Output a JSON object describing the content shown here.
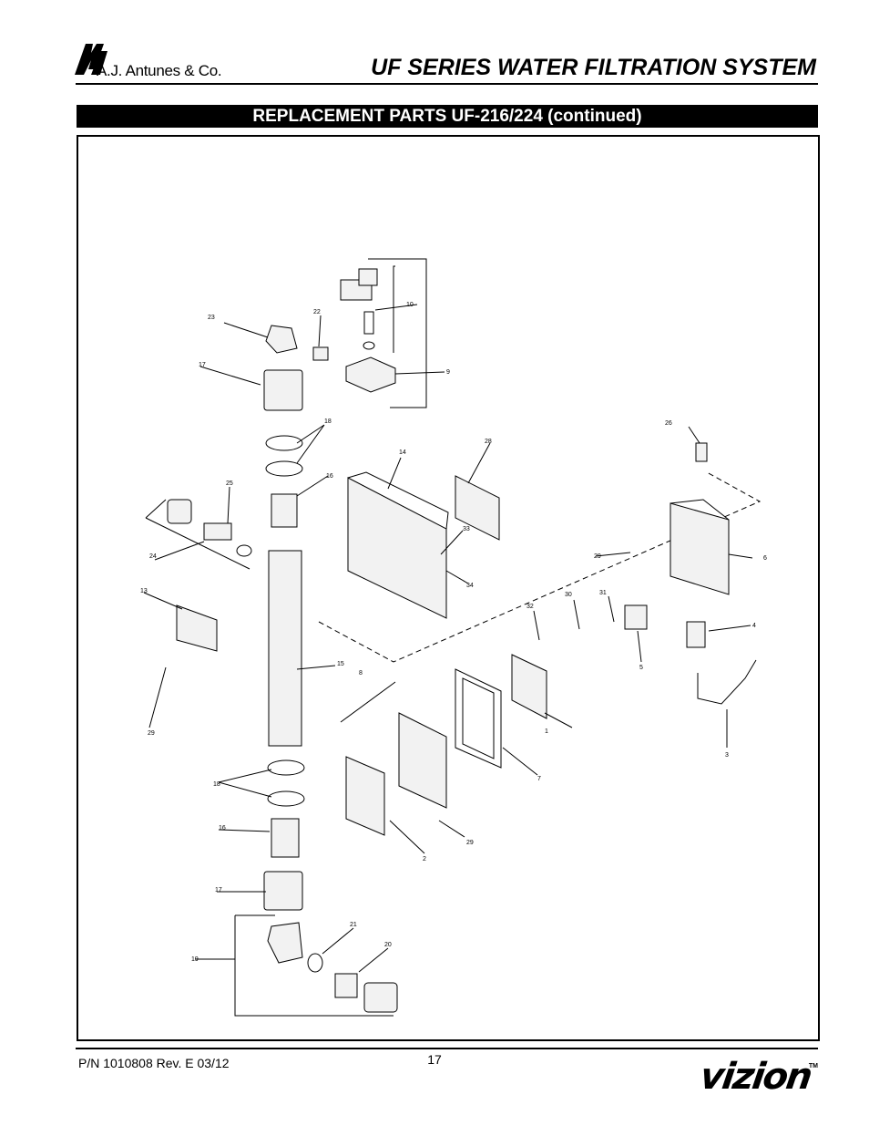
{
  "header": {
    "company_name": "A.J. Antunes & Co.",
    "document_title": "UF SERIES WATER FILTRATION SYSTEM",
    "section_title": "REPLACEMENT PARTS  UF-216/224 (continued)"
  },
  "figure": {
    "callouts": [
      "1",
      "2",
      "3",
      "4",
      "5",
      "6",
      "7",
      "8",
      "9",
      "10",
      "13",
      "14",
      "15",
      "16",
      "16",
      "17",
      "17",
      "18",
      "18",
      "19",
      "20",
      "21",
      "22",
      "23",
      "24",
      "25",
      "26",
      "28",
      "29",
      "29",
      "29",
      "30",
      "31",
      "32",
      "33",
      "34"
    ]
  },
  "footer": {
    "part_number": "P/N 1010808 Rev. E 03/12",
    "page_number": "17",
    "brand": "vizion",
    "brand_tm": "TM"
  },
  "colors": {
    "ink": "#000000",
    "paper": "#ffffff",
    "part_fill": "#f2f2f2"
  }
}
